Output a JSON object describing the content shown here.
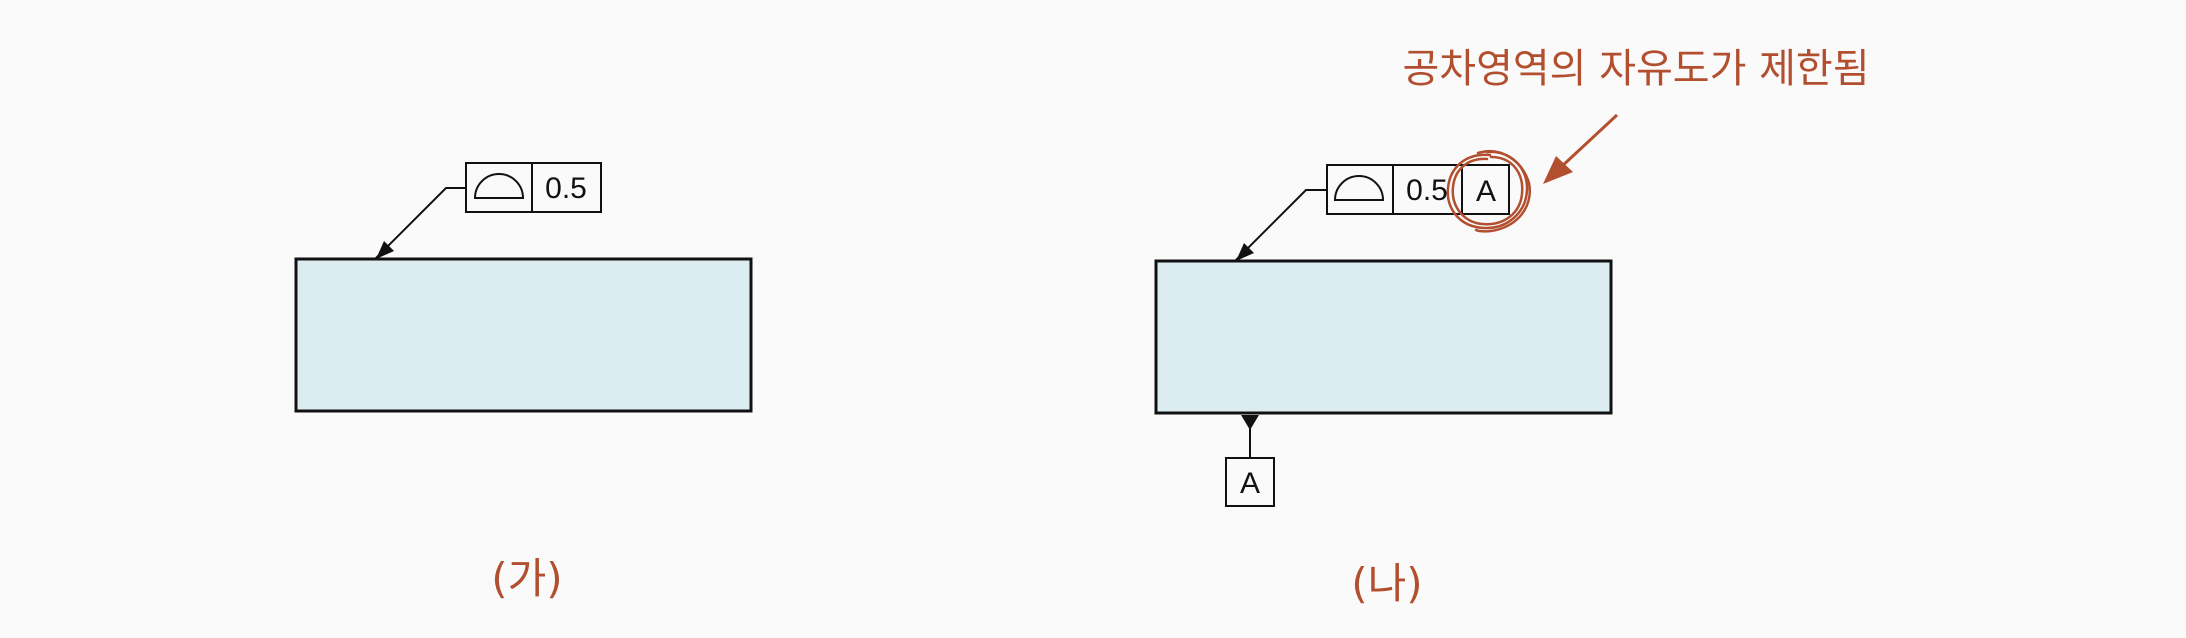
{
  "colors": {
    "background": "#fafafa",
    "part_fill": "#dcedf1",
    "stroke": "#111111",
    "accent": "#b24f2f"
  },
  "panel_a": {
    "label": "(가)",
    "symbol_icon": "profile-of-surface-icon",
    "tolerance_value": "0.5"
  },
  "panel_b": {
    "label": "(나)",
    "symbol_icon": "profile-of-surface-icon",
    "tolerance_value": "0.5",
    "datum_reference": "A",
    "datum_feature_letter": "A",
    "annotation": "공차영역의 자유도가 제한됨"
  }
}
